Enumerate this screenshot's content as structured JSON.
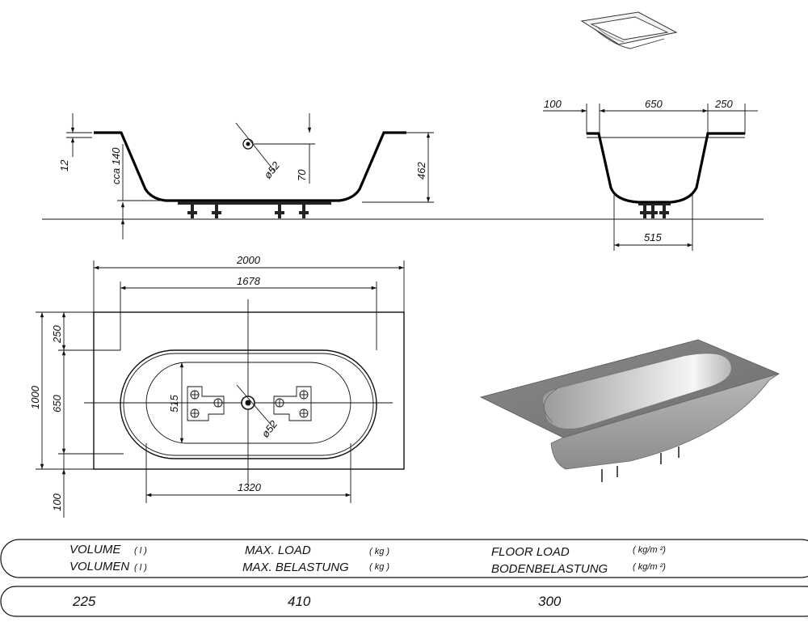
{
  "dimensions": {
    "side_rim": "12",
    "side_depth": "cca 140",
    "side_overflow_height": "70",
    "side_overflow_diameter": "ø52",
    "side_total_height": "462",
    "end_left": "100",
    "end_width": "650",
    "end_right": "250",
    "end_bottom": "515",
    "plan_length": "2000",
    "plan_inner_length": "1678",
    "plan_bottom_length": "1320",
    "plan_width": "1000",
    "plan_top_margin": "250",
    "plan_inner_width": "650",
    "plan_bottom_margin": "100",
    "plan_bottom_width": "515",
    "plan_drain_diameter": "ø52"
  },
  "table": {
    "volume_label_1": "VOLUME",
    "volume_label_2": "VOLUMEN",
    "volume_unit_1": "( l )",
    "volume_unit_2": "( l )",
    "load_label_1": "MAX. LOAD",
    "load_label_2": "MAX. BELASTUNG",
    "load_unit_1": "( kg )",
    "load_unit_2": "( kg )",
    "floor_label_1": "FLOOR LOAD",
    "floor_label_2": "BODENBELASTUNG",
    "floor_unit_1": "( kg/m ²)",
    "floor_unit_2": "( kg/m ²)"
  },
  "values": {
    "volume": "225",
    "max_load": "410",
    "floor_load": "300"
  }
}
